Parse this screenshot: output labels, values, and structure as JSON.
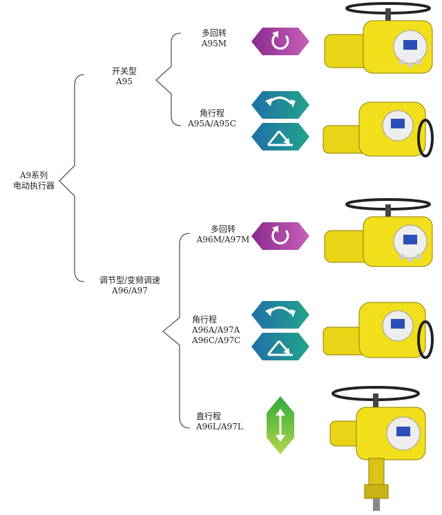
{
  "root": {
    "title": "A9系列",
    "subtitle": "电动执行器"
  },
  "branches": [
    {
      "name": "开关型",
      "code": "A95",
      "types": [
        {
          "name": "多回转",
          "codes": [
            "A95M"
          ],
          "icons": [
            "multi-turn-icon"
          ]
        },
        {
          "name": "角行程",
          "codes": [
            "A95A/A95C"
          ],
          "icons": [
            "quarter-turn-icon",
            "angle-stroke-icon"
          ]
        }
      ]
    },
    {
      "name": "调节型/变频调速",
      "code": "A96/A97",
      "types": [
        {
          "name": "多回转",
          "codes": [
            "A96M/A97M"
          ],
          "icons": [
            "multi-turn-icon"
          ]
        },
        {
          "name": "角行程",
          "codes": [
            "A96A/A97A",
            "A96C/A97C"
          ],
          "icons": [
            "quarter-turn-icon",
            "angle-stroke-icon"
          ]
        },
        {
          "name": "直行程",
          "codes": [
            "A96L/A97L"
          ],
          "icons": [
            "linear-stroke-icon"
          ]
        }
      ]
    }
  ],
  "colors": {
    "purple_start": "#8a2a8e",
    "purple_end": "#c561b8",
    "teal_start": "#1f6fa8",
    "teal_end": "#22a48a",
    "green_top": "#2faa3c",
    "green_bottom": "#b5d64a",
    "actuator_yellow": "#f2df1c",
    "line": "#333333"
  }
}
